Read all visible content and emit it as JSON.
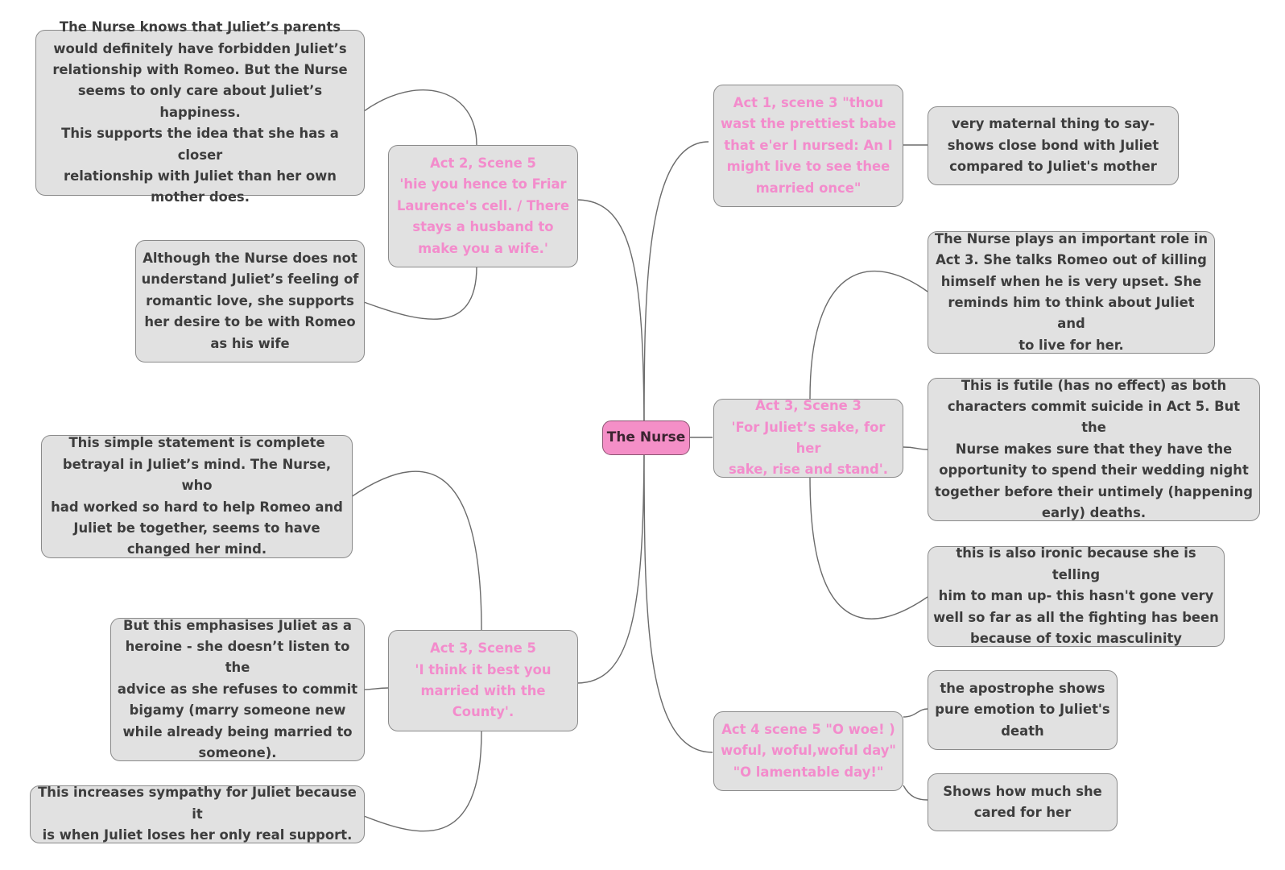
{
  "colors": {
    "background": "#ffffff",
    "node_fill": "#e1e1e1",
    "node_border": "#8a8a8a",
    "note_text": "#3d3d3d",
    "quote_text": "#f38ccc",
    "center_fill": "#f48fc7",
    "connector": "#6b6b6b"
  },
  "center": {
    "label": "The Nurse"
  },
  "branches": {
    "act1s3": {
      "quote": "Act 1, scene 3 \"thou\nwast the prettiest babe\nthat e'er I nursed: An I\nmight live to see thee\nmarried once\"",
      "notes": [
        "very maternal thing to say-\nshows close bond with Juliet\ncompared to Juliet's mother"
      ]
    },
    "act3s3": {
      "quote": "Act 3, Scene 3\n'For Juliet’s sake, for her\nsake, rise and stand'.",
      "notes": [
        "The Nurse plays an important role in\nAct 3. She talks Romeo out of killing\nhimself when he is very upset. She\nreminds him to think about Juliet and\nto live for her.",
        "This is futile (has no effect) as both\ncharacters commit suicide in Act 5. But the\nNurse makes sure that they have the\nopportunity to spend their wedding night\ntogether before their untimely (happening\nearly) deaths.",
        "this is also ironic because she is telling\nhim to man up- this hasn't gone very\nwell so far as all the fighting has been\nbecause of toxic masculinity"
      ]
    },
    "act4s5": {
      "quote": "Act 4 scene 5 \"O woe! )\nwoful, woful,woful day\"\n\"O lamentable day!\"",
      "notes": [
        "the apostrophe shows\npure emotion to Juliet's\ndeath",
        "Shows how much she\ncared for her"
      ]
    },
    "act2s5": {
      "quote": "Act 2, Scene 5\n'hie you hence to Friar\nLaurence's cell. / There\nstays a husband to\nmake you a wife.'",
      "notes": [
        "The Nurse knows that Juliet’s parents\nwould definitely have forbidden Juliet’s\nrelationship with Romeo. But the Nurse\nseems to only care about Juliet’s happiness.\nThis supports the idea that she has a closer\nrelationship with Juliet than her own\nmother does.",
        "Although the Nurse does not\nunderstand Juliet’s feeling of\nromantic love, she supports\nher desire to be with Romeo\nas his wife"
      ]
    },
    "act3s5": {
      "quote": "Act 3, Scene 5\n'I think it best you\nmarried with the\nCounty'.",
      "notes": [
        "This simple statement is complete\nbetrayal in Juliet’s mind. The Nurse, who\nhad worked so hard to help Romeo and\nJuliet be together, seems to have\nchanged her mind.",
        "But this emphasises Juliet as a\nheroine - she doesn’t listen to the\nadvice as she refuses to commit\nbigamy (marry someone new\nwhile already being married to\nsomeone).",
        "This increases sympathy for Juliet because it\nis when Juliet loses her only real support."
      ]
    }
  }
}
